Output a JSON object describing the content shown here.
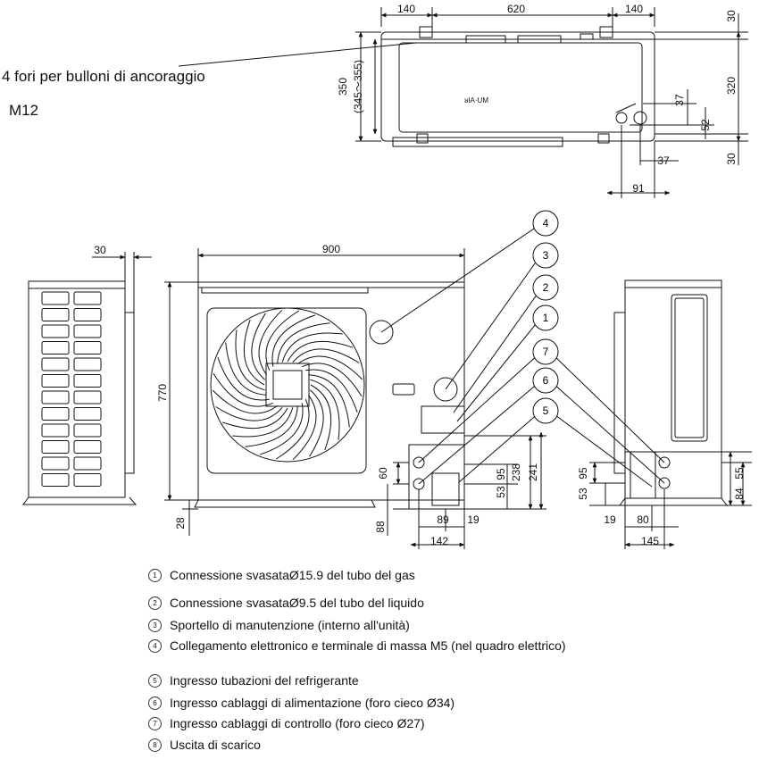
{
  "anchor_note": {
    "line1": "4 fori per bulloni di ancoraggio",
    "line2": "M12"
  },
  "top_view": {
    "dims": [
      "140",
      "620",
      "140",
      "30",
      "320",
      "30",
      "350",
      "(345～355)",
      "37",
      "52",
      "37",
      "91"
    ],
    "unit_text": "ᴚIA·UM"
  },
  "left_view": {
    "dims": [
      "30"
    ]
  },
  "front_view": {
    "dims": [
      "900",
      "770",
      "28",
      "60",
      "88",
      "89",
      "19",
      "142",
      "53",
      "95",
      "238",
      "241"
    ]
  },
  "right_view": {
    "dims": [
      "53",
      "95",
      "19",
      "80",
      "145",
      "55",
      "84"
    ]
  },
  "callouts": [
    "4",
    "3",
    "2",
    "1",
    "7",
    "6",
    "5"
  ],
  "legend": [
    {
      "num": "1",
      "text": "Connessione svasataØ15.9 del tubo del gas"
    },
    {
      "num": "2",
      "text": " Connessione svasataØ9.5 del tubo del liquido"
    },
    {
      "num": "3",
      "text": "Sportello di manutenzione (interno all'unità)"
    },
    {
      "num": "4",
      "text": "Collegamento elettronico e terminale di massa M5 (nel quadro elettrico)"
    },
    {
      "num": "5",
      "text": "Ingresso tubazioni del refrigerante"
    },
    {
      "num": "6",
      "text": "Ingresso cablaggi di alimentazione (foro cieco Ø34)"
    },
    {
      "num": "7",
      "text": "Ingresso cablaggi di controllo (foro cieco Ø27)"
    },
    {
      "num": "8",
      "text": "Uscita di scarico"
    }
  ]
}
